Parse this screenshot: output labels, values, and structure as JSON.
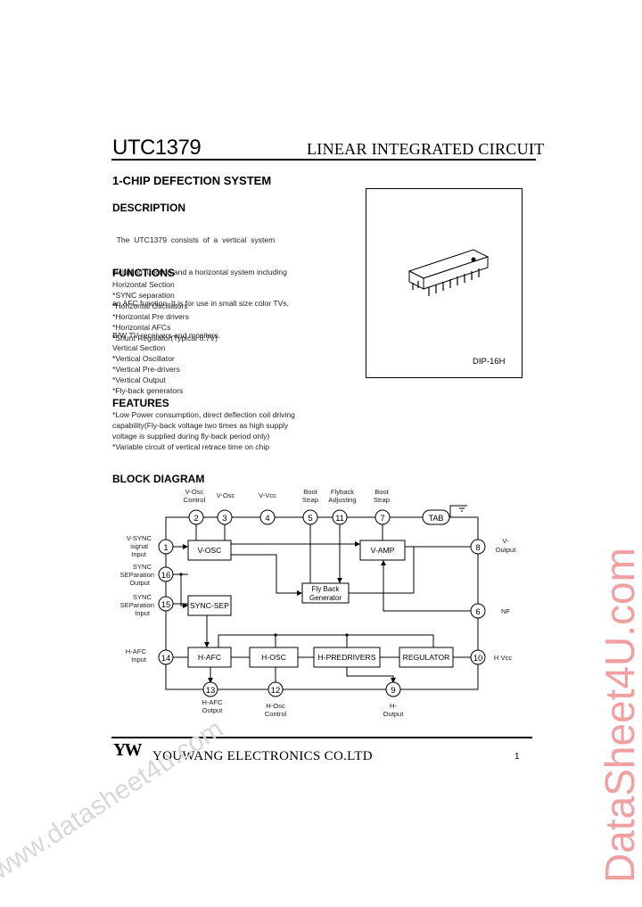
{
  "header": {
    "part_number": "UTC1379",
    "classification": "LINEAR INTEGRATED CIRCUIT"
  },
  "title": "1-CHIP DEFECTION SYSTEM",
  "description": {
    "heading": "DESCRIPTION",
    "lines": [
      "  The  UTC1379  consists  of  a  vertical  system",
      "including function and a horizontal system including",
      "an AFC function. It is for use in small size color TVs,",
      "B/W TV receivers and monitors."
    ]
  },
  "functions": {
    "heading": "FUNCTIONS",
    "items": [
      "Horizontal Section",
      "*SYNC separation",
      "*Horizontal Oscillators",
      "*Horizontal Pre drivers",
      "*Horizontal AFCs",
      "*Shunt Regulator(Typical 6.7V)",
      "Vertical Section",
      "*Vertical Oscillator",
      "*Vertical Pre-drivers",
      "*Vertical Output",
      "*Fly-back generators"
    ]
  },
  "features": {
    "heading": "FEATURES",
    "items": [
      "*Low Power consumption, direct deflection coil driving",
      "capability(Fly-back voltage two times as high supply",
      "voltage is supplied during fly-back period only)",
      "*Variable circuit of vertical retrace time on chip"
    ]
  },
  "package": {
    "label": "DIP-16H"
  },
  "block_diagram": {
    "heading": "BLOCK DIAGRAM",
    "blocks": {
      "vosc": "V-OSC",
      "vamp": "V-AMP",
      "flyback_l1": "Fly Back",
      "flyback_l2": "Generator",
      "syncsep": "SYNC-SEP",
      "hafc": "H-AFC",
      "hosc": "H-OSC",
      "hpre": "H-PREDRIVERS",
      "reg": "REGULATOR"
    },
    "pins": [
      "1",
      "2",
      "3",
      "4",
      "5",
      "6",
      "7",
      "8",
      "9",
      "10",
      "11",
      "12",
      "13",
      "14",
      "15",
      "16"
    ],
    "tab": "TAB",
    "labels": {
      "vosc_ctrl_1": "V-Osc",
      "vosc_ctrl_2": "Control",
      "vosc_2": "V-Osc",
      "vvcc": "V-Vcc",
      "boot5_1": "Boot",
      "boot5_2": "Strap",
      "fly_1": "Flyback",
      "fly_2": "Adjusting",
      "boot7_1": "Boot",
      "boot7_2": "Strap",
      "vsync_1": "V-SYNC",
      "vsync_2": "signal",
      "vsync_3": "Input",
      "syncout_1": "SYNC",
      "syncout_2": "SEParation",
      "syncout_3": "Output",
      "syncin_1": "SYNC",
      "syncin_2": "SEParation",
      "syncin_3": "Input",
      "hafcin_1": "H-AFC",
      "hafcin_2": "Input",
      "vout_1": "V-",
      "vout_2": "Output",
      "nf": "NF",
      "hvcc": "H Vcc",
      "hafcout_1": "H-AFC",
      "hafcout_2": "Output",
      "hoscctrl_1": "H-Osc",
      "hoscctrl_2": "Control",
      "hout_1": "H-",
      "hout_2": "Output"
    }
  },
  "footer": {
    "logo": "YW",
    "company": "YOUWANG ELECTRONICS CO.LTD",
    "page": "1"
  },
  "watermarks": {
    "right": "DataSheet4U.com",
    "diagonal": "www.datasheet4u.com"
  }
}
